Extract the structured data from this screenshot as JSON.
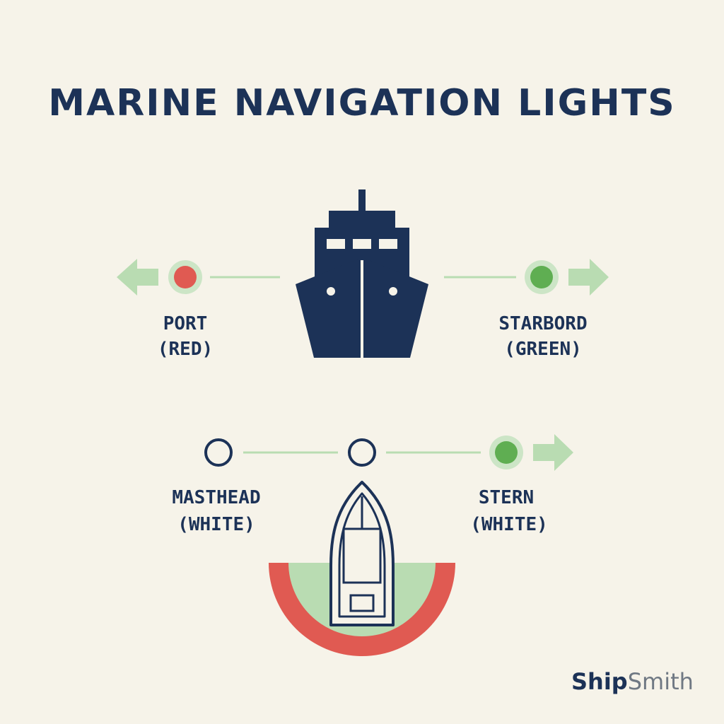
{
  "title": "MARINE NAVIGATION LIGHTS",
  "colors": {
    "background": "#f6f3e9",
    "navy": "#1c3257",
    "red": "#e05a52",
    "green": "#5fae52",
    "light_green": "#b9dcb2",
    "pale_green": "#cce5c6",
    "brand_gray": "#6f7883"
  },
  "labels": {
    "port": {
      "name": "PORT",
      "color": "(RED)"
    },
    "starboard": {
      "name": "STARBORD",
      "color": "(GREEN)"
    },
    "masthead": {
      "name": "MASTHEAD",
      "color": "(WHITE)"
    },
    "stern": {
      "name": "STERN",
      "color": "(WHITE)"
    }
  },
  "brand": {
    "part1": "Ship",
    "part2": "Smith"
  }
}
